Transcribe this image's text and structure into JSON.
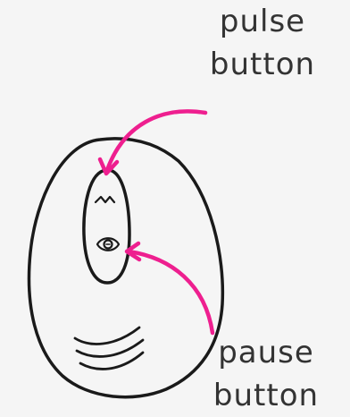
{
  "labels": {
    "pulse": {
      "line1": "pulse",
      "line2": "button"
    },
    "pause": {
      "line1": "pause",
      "line2": "button"
    }
  },
  "colors": {
    "background": "#f5f5f5",
    "outline": "#1a1a1a",
    "arrow": "#ee1f8f",
    "text": "#333333"
  },
  "icons": {
    "pulse_button": "wave-icon",
    "pause_button": "eye-icon",
    "grip": "wave-lines-icon"
  }
}
